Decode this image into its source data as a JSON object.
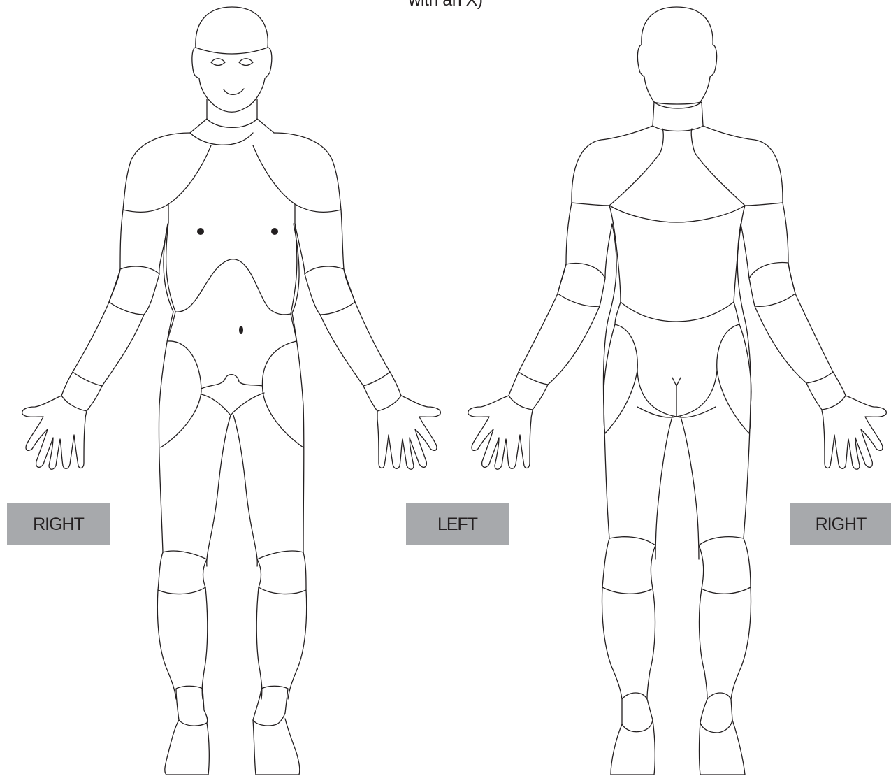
{
  "caption": "with an X)",
  "labels": {
    "front_right": "RIGHT",
    "front_left": "LEFT",
    "back_right": "RIGHT"
  },
  "figures": {
    "front": "front-body-outline",
    "back": "back-body-outline"
  },
  "colors": {
    "label_background": "#a7a9ac",
    "line": "#231f20"
  }
}
